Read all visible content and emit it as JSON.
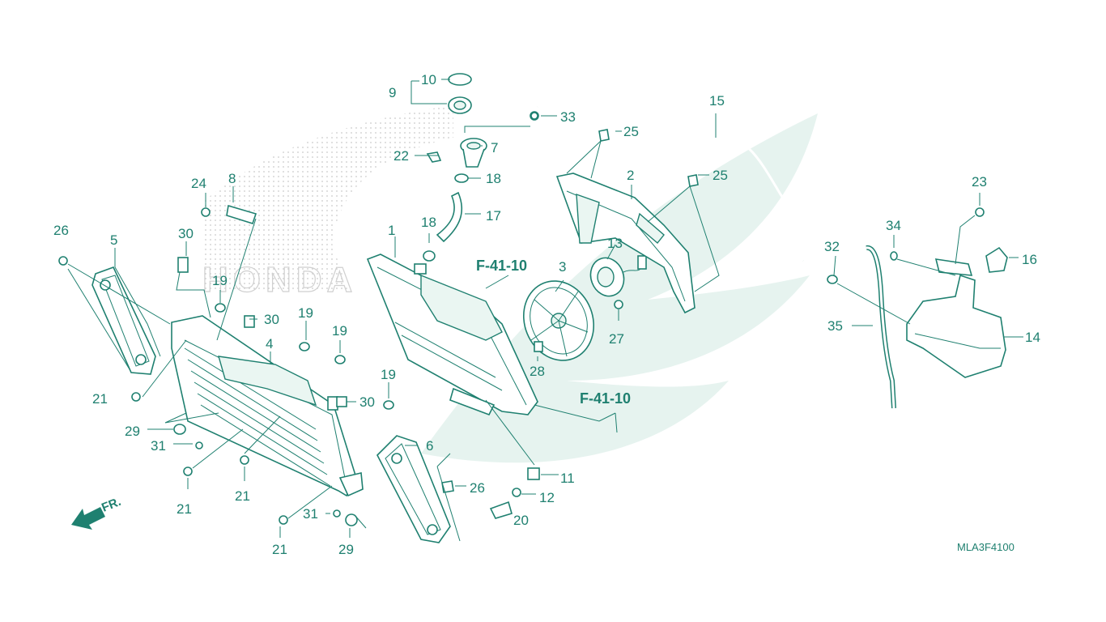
{
  "diagram": {
    "diagram_code": "MLA3F4100",
    "front_marker": "FR.",
    "references": [
      "F-41-10",
      "F-41-10"
    ],
    "watermark_text": "HONDA",
    "callouts": [
      {
        "id": "c1",
        "text": "1"
      },
      {
        "id": "c2",
        "text": "2"
      },
      {
        "id": "c3",
        "text": "3"
      },
      {
        "id": "c4",
        "text": "4"
      },
      {
        "id": "c5",
        "text": "5"
      },
      {
        "id": "c6",
        "text": "6"
      },
      {
        "id": "c7",
        "text": "7"
      },
      {
        "id": "c8",
        "text": "8"
      },
      {
        "id": "c9",
        "text": "9"
      },
      {
        "id": "c10",
        "text": "10"
      },
      {
        "id": "c11",
        "text": "11"
      },
      {
        "id": "c12",
        "text": "12"
      },
      {
        "id": "c13",
        "text": "13"
      },
      {
        "id": "c14",
        "text": "14"
      },
      {
        "id": "c15",
        "text": "15"
      },
      {
        "id": "c16",
        "text": "16"
      },
      {
        "id": "c17",
        "text": "17"
      },
      {
        "id": "c18a",
        "text": "18"
      },
      {
        "id": "c18b",
        "text": "18"
      },
      {
        "id": "c19a",
        "text": "19"
      },
      {
        "id": "c19b",
        "text": "19"
      },
      {
        "id": "c19c",
        "text": "19"
      },
      {
        "id": "c19d",
        "text": "19"
      },
      {
        "id": "c20",
        "text": "20"
      },
      {
        "id": "c21a",
        "text": "21"
      },
      {
        "id": "c21b",
        "text": "21"
      },
      {
        "id": "c21c",
        "text": "21"
      },
      {
        "id": "c21d",
        "text": "21"
      },
      {
        "id": "c22",
        "text": "22"
      },
      {
        "id": "c23",
        "text": "23"
      },
      {
        "id": "c24",
        "text": "24"
      },
      {
        "id": "c25a",
        "text": "25"
      },
      {
        "id": "c25b",
        "text": "25"
      },
      {
        "id": "c26a",
        "text": "26"
      },
      {
        "id": "c26b",
        "text": "26"
      },
      {
        "id": "c27",
        "text": "27"
      },
      {
        "id": "c28",
        "text": "28"
      },
      {
        "id": "c29a",
        "text": "29"
      },
      {
        "id": "c29b",
        "text": "29"
      },
      {
        "id": "c30a",
        "text": "30"
      },
      {
        "id": "c30b",
        "text": "30"
      },
      {
        "id": "c30c",
        "text": "30"
      },
      {
        "id": "c31a",
        "text": "31"
      },
      {
        "id": "c31b",
        "text": "31"
      },
      {
        "id": "c32",
        "text": "32"
      },
      {
        "id": "c33",
        "text": "33"
      },
      {
        "id": "c34",
        "text": "34"
      },
      {
        "id": "c35",
        "text": "35"
      }
    ]
  }
}
